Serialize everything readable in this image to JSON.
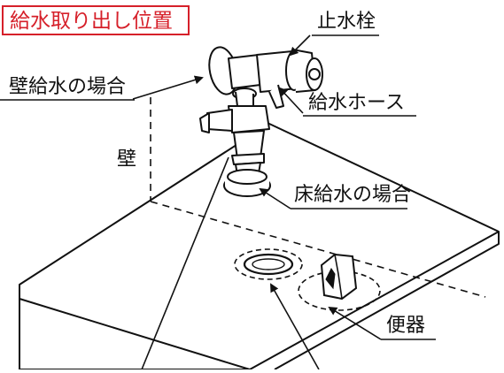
{
  "title": "給水取り出し位置",
  "labels": {
    "stop_valve": "止水栓",
    "wall_supply": "壁給水の場合",
    "supply_hose": "給水ホース",
    "wall": "壁",
    "floor_supply": "床給水の場合",
    "toilet": "便器"
  },
  "colors": {
    "title_accent": "#d6202a",
    "line": "#111111",
    "background": "#ffffff"
  }
}
